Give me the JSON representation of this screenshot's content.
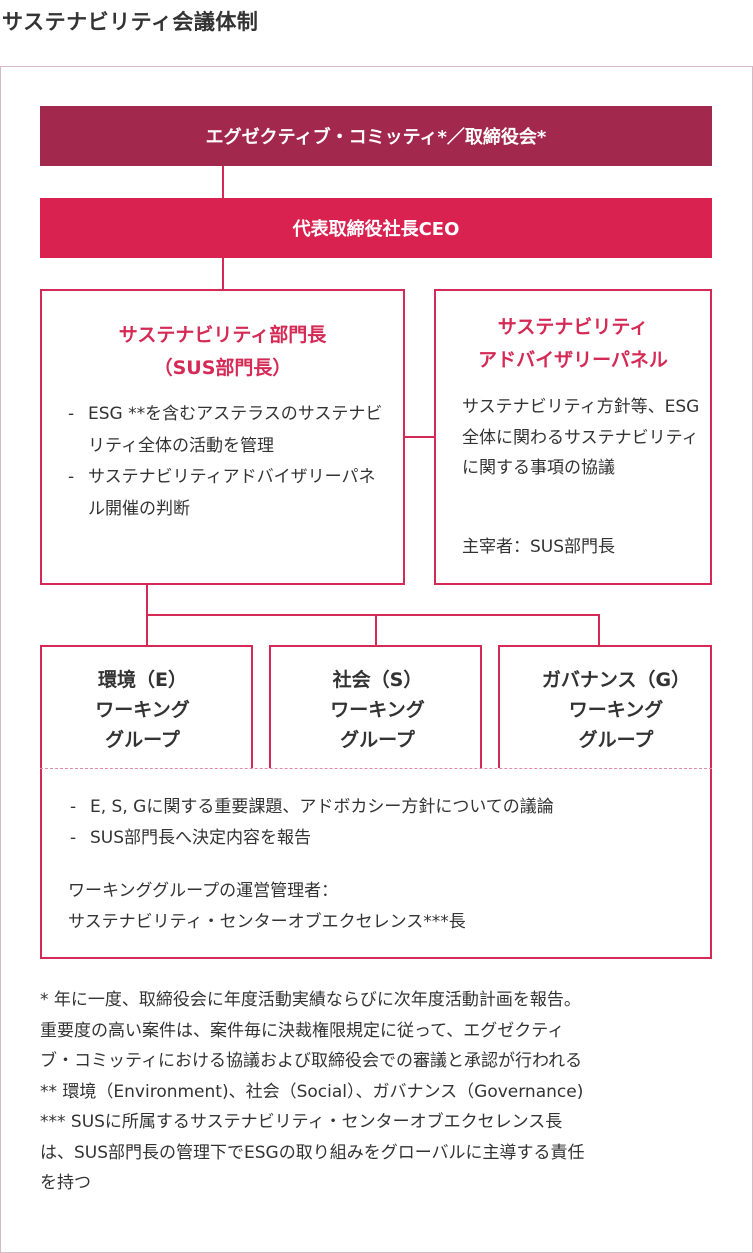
{
  "page_title": "サステナビリティ会議体制",
  "executive_committee": "エグゼクティブ・コミッティ*／取締役会*",
  "ceo": "代表取締役社長CEO",
  "sus_head": {
    "title_line1": "サステナビリティ部門長",
    "title_line2": "（SUS部門長）",
    "items": [
      "ESG **を含むアステラスのサステナビリティ全体の活動を管理",
      "サステナビリティアドバイザリーパネル開催の判断"
    ]
  },
  "advisory_panel": {
    "title_line1": "サステナビリティ",
    "title_line2": "アドバイザリーパネル",
    "description": "サステナビリティ方針等、ESG全体に関わるサステナビリティに関する事項の協議",
    "host": "主宰者：SUS部門長"
  },
  "working_groups": [
    {
      "line1": "環境（E）",
      "line2": "ワーキング",
      "line3": "グループ"
    },
    {
      "line1": "社会（S）",
      "line2": "ワーキング",
      "line3": "グループ"
    },
    {
      "line1": "ガバナンス（G）",
      "line2": "ワーキング",
      "line3": "グループ"
    }
  ],
  "working_group_details": {
    "items": [
      "E, S, Gに関する重要課題、アドボカシー方針についての議論",
      "SUS部門長へ決定内容を報告"
    ],
    "admin_label": "ワーキンググループの運営管理者：",
    "admin_value": "サステナビリティ・センターオブエクセレンス***長"
  },
  "notes": [
    "* 年に一度、取締役会に年度活動実績ならびに次年度活動計画を報告。",
    "重要度の高い案件は、案件毎に決裁権限規定に従って、エグゼクティ",
    "ブ・コミッティにおける協議および取締役会での審議と承認が行われる",
    "** 環境（Environment)、社会（Social）、ガバナンス（Governance)",
    "*** SUSに所属するサステナビリティ・センターオブエクセレンス長",
    "は、SUS部門長の管理下でESGの取り組みをグローバルに主導する責任",
    "を持つ"
  ],
  "colors": {
    "executive_bar": "#a3284e",
    "ceo_bar": "#d9224f",
    "accent": "#d42a55"
  }
}
